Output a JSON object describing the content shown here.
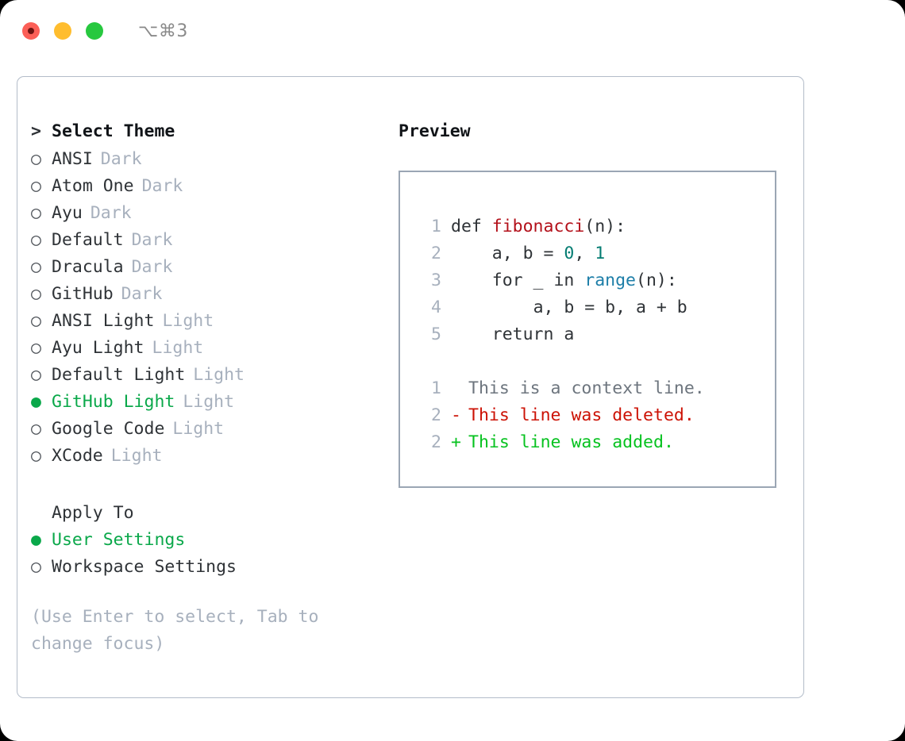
{
  "titlebar": {
    "shortcut": "⌥⌘3",
    "lights": [
      "close-red",
      "minimize-yellow",
      "maximize-green"
    ]
  },
  "theme_list": {
    "header_marker": ">",
    "header": "Select Theme",
    "marker_selected": "●",
    "marker_unselected": "○",
    "items": [
      {
        "label": "ANSI",
        "tag": "Dark",
        "selected": false
      },
      {
        "label": "Atom One",
        "tag": "Dark",
        "selected": false
      },
      {
        "label": "Ayu",
        "tag": "Dark",
        "selected": false
      },
      {
        "label": "Default",
        "tag": "Dark",
        "selected": false
      },
      {
        "label": "Dracula",
        "tag": "Dark",
        "selected": false
      },
      {
        "label": "GitHub",
        "tag": "Dark",
        "selected": false
      },
      {
        "label": "ANSI Light",
        "tag": "Light",
        "selected": false
      },
      {
        "label": "Ayu Light",
        "tag": "Light",
        "selected": false
      },
      {
        "label": "Default Light",
        "tag": "Light",
        "selected": false
      },
      {
        "label": "GitHub Light",
        "tag": "Light",
        "selected": true
      },
      {
        "label": "Google Code",
        "tag": "Light",
        "selected": false
      },
      {
        "label": "XCode",
        "tag": "Light",
        "selected": false
      }
    ]
  },
  "apply_to": {
    "header": "Apply To",
    "items": [
      {
        "label": "User Settings",
        "selected": true
      },
      {
        "label": "Workspace Settings",
        "selected": false
      }
    ]
  },
  "hint": "(Use Enter to select, Tab to change focus)",
  "preview": {
    "title": "Preview",
    "code_lines": [
      {
        "no": "1",
        "indent": "",
        "parts": [
          {
            "t": "def ",
            "c": "def"
          },
          {
            "t": "fibonacci",
            "c": "fn"
          },
          {
            "t": "(n):",
            "c": "plain"
          }
        ]
      },
      {
        "no": "2",
        "indent": "    ",
        "parts": [
          {
            "t": "a, b = ",
            "c": "plain"
          },
          {
            "t": "0",
            "c": "num"
          },
          {
            "t": ", ",
            "c": "plain"
          },
          {
            "t": "1",
            "c": "num"
          }
        ]
      },
      {
        "no": "3",
        "indent": "    ",
        "parts": [
          {
            "t": "for _ in ",
            "c": "plain"
          },
          {
            "t": "range",
            "c": "call"
          },
          {
            "t": "(n):",
            "c": "plain"
          }
        ]
      },
      {
        "no": "4",
        "indent": "        ",
        "parts": [
          {
            "t": "a, b = b, a + b",
            "c": "plain"
          }
        ]
      },
      {
        "no": "5",
        "indent": "    ",
        "parts": [
          {
            "t": "return a",
            "c": "plain"
          }
        ]
      }
    ],
    "diff_lines": [
      {
        "no": "1",
        "sign": " ",
        "text": "This is a context line.",
        "kind": "ctx"
      },
      {
        "no": "2",
        "sign": "-",
        "text": "This line was deleted.",
        "kind": "del"
      },
      {
        "no": "2",
        "sign": "+",
        "text": "This line was added.",
        "kind": "add"
      }
    ]
  },
  "colors": {
    "accent_green": "#0aa84a",
    "tag_gray": "#a7b0bd",
    "border": "#b3bcc9",
    "preview_border": "#9ba6b4",
    "diff_add": "#06c21f",
    "diff_del": "#cc1205",
    "code_fn": "#b3101a",
    "code_num": "#047c72",
    "code_call": "#1d7ea8"
  }
}
